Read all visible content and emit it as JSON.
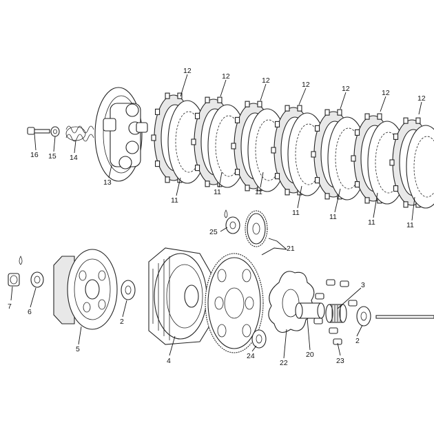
{
  "callouts": {
    "c2a": "2",
    "c2b": "2",
    "c3": "3",
    "c4": "4",
    "c5": "5",
    "c6": "6",
    "c7": "7",
    "c11a": "11",
    "c11b": "11",
    "c11c": "11",
    "c11d": "11",
    "c11e": "11",
    "c11f": "11",
    "c11g": "11",
    "c12a": "12",
    "c12b": "12",
    "c12c": "12",
    "c12d": "12",
    "c12e": "12",
    "c12f": "12",
    "c12g": "12",
    "c13": "13",
    "c14": "14",
    "c15": "15",
    "c16": "16",
    "c20": "20",
    "c21": "21",
    "c22": "22",
    "c23": "23",
    "c24": "24",
    "c25": "25"
  },
  "colors": {
    "line": "#222222",
    "fill": "#ffffff",
    "shade": "#e8e8e8"
  }
}
